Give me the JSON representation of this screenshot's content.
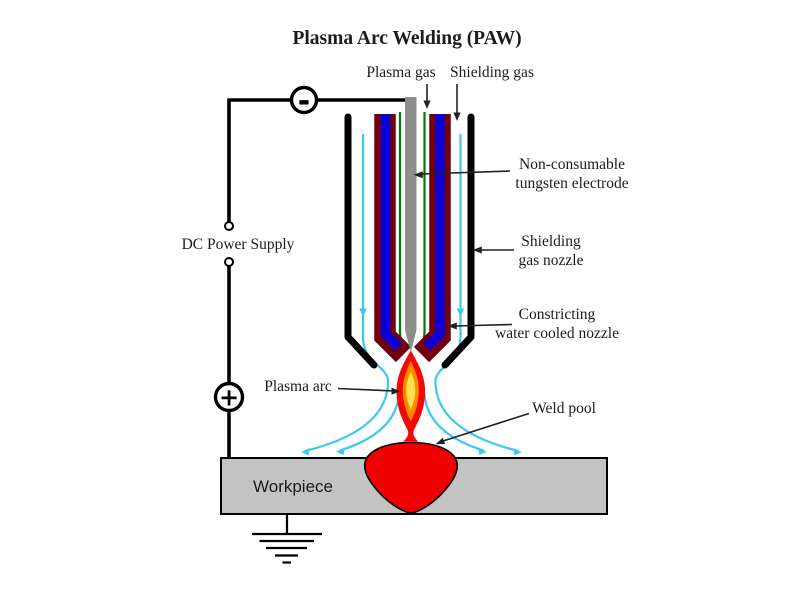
{
  "title": "Plasma Arc Welding (PAW)",
  "labels": {
    "plasma_gas": "Plasma gas",
    "shielding_gas": "Shielding gas",
    "electrode": {
      "line1": "Non-consumable",
      "line2": "tungsten electrode"
    },
    "dc_power_supply": "DC Power Supply",
    "shielding_nozzle": {
      "line1": "Shielding",
      "line2": "gas nozzle"
    },
    "constricting_nozzle": {
      "line1": "Constricting",
      "line2": "water cooled nozzle"
    },
    "plasma_arc": "Plasma arc",
    "weld_pool": "Weld pool",
    "workpiece": "Workpiece"
  },
  "circuit": {
    "negative_terminal": "-",
    "positive_terminal": "+"
  },
  "colors": {
    "outline_black": "#000000",
    "electrode_gray": "#8d8d8d",
    "nozzle_maroon": "#70000e",
    "nozzle_blue": "#0b00d8",
    "plasma_gas_green": "#007a00",
    "shielding_gas_cyan": "#3ec8f0",
    "flame_red": "#f50800",
    "flame_orange": "#ff8a00",
    "flame_yellow": "#ffe14d",
    "weld_pool_red": "#ee0000",
    "workpiece_gray": "#c3c3c3"
  }
}
